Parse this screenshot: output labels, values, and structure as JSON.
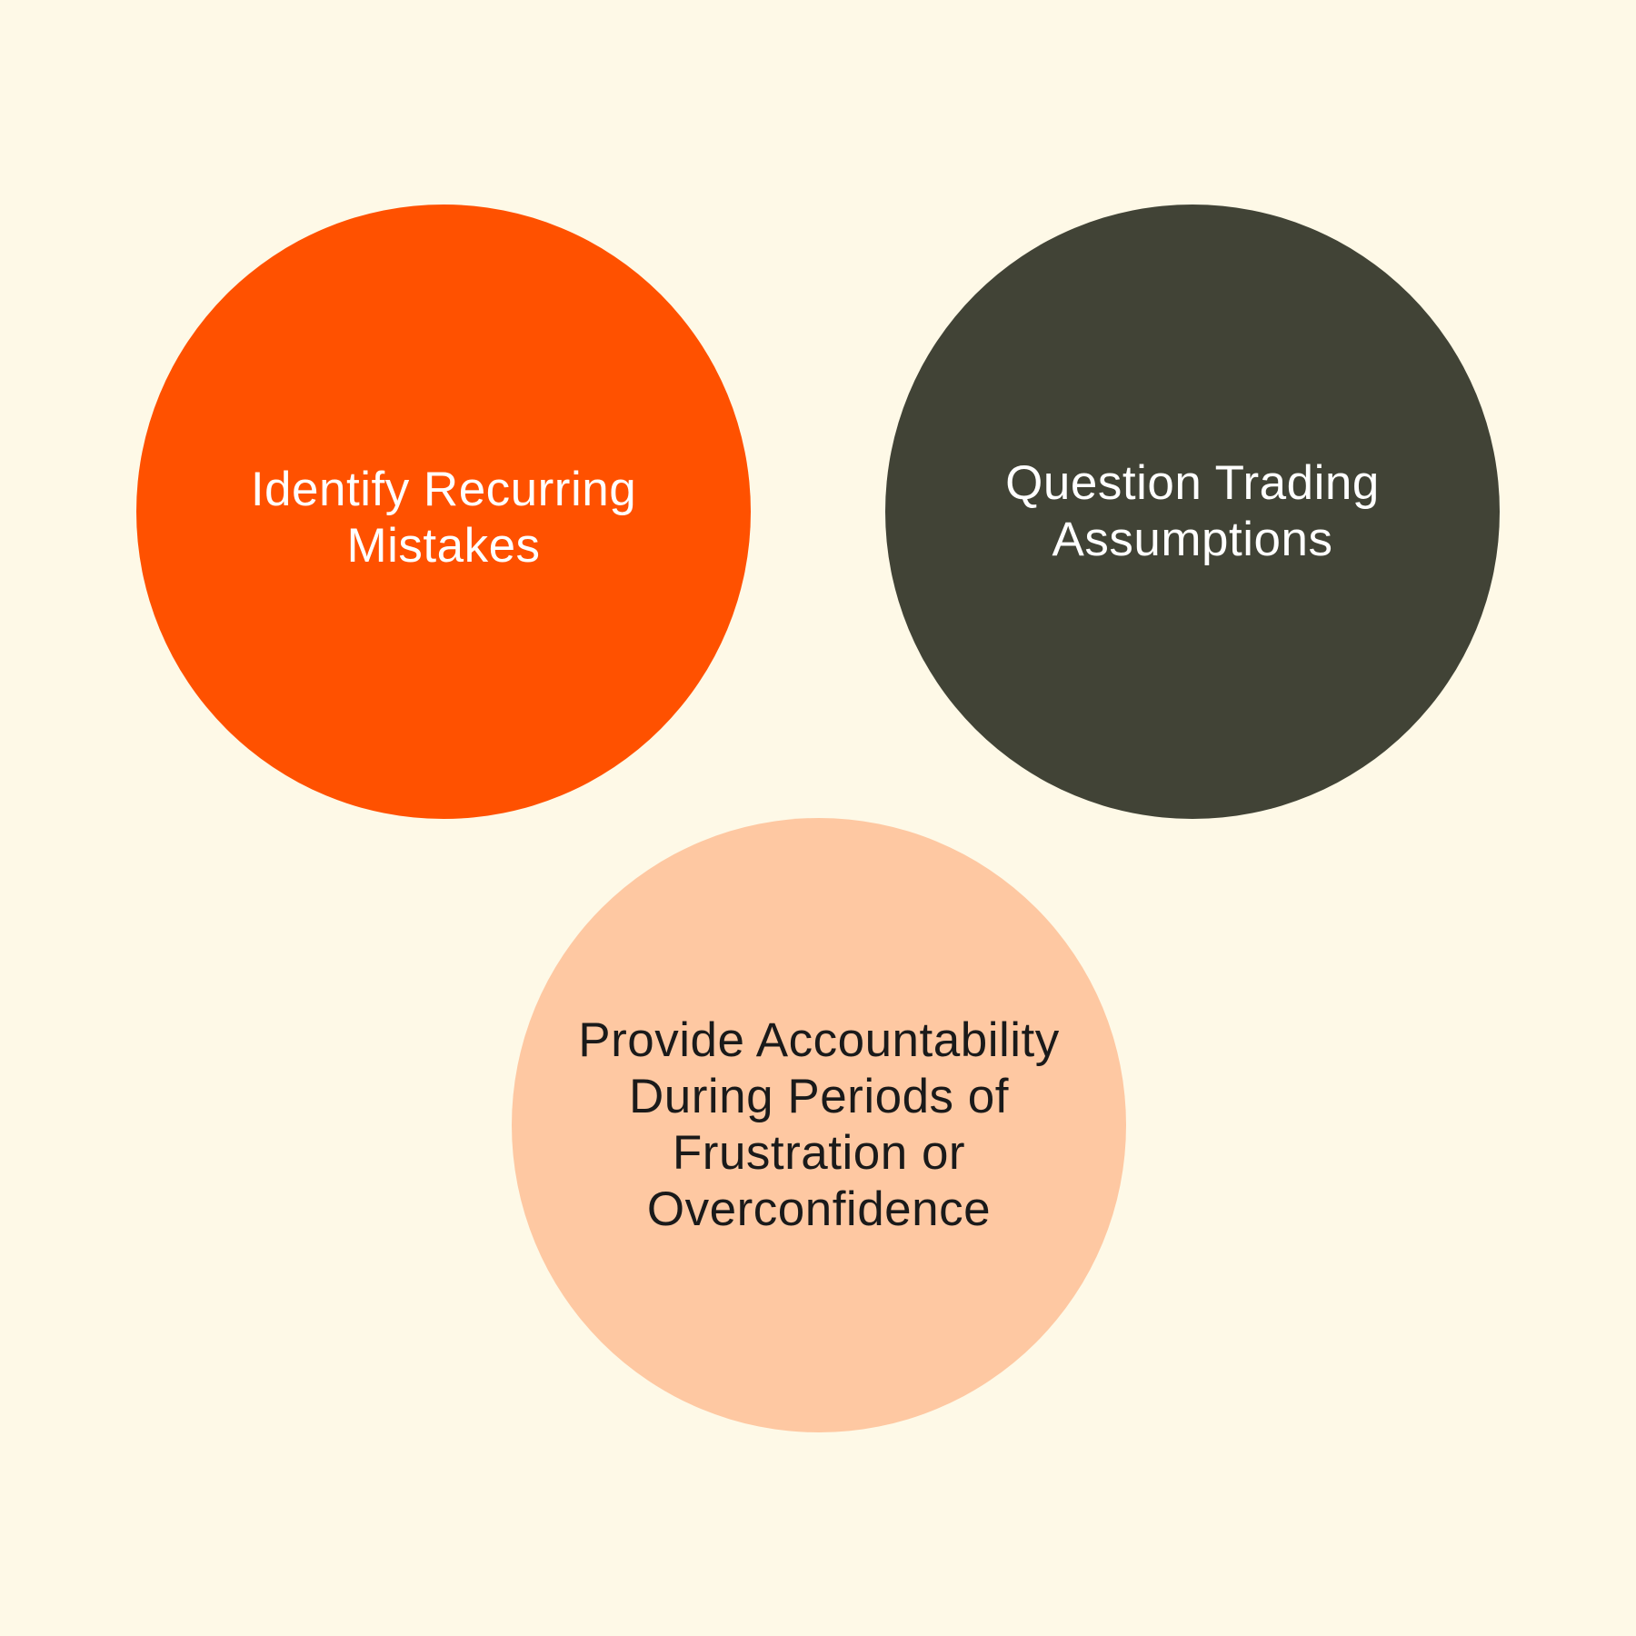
{
  "background_color": "#FEF9E7",
  "circles": [
    {
      "label": "Identify Recurring Mistakes",
      "fill_color": "#FF5100",
      "text_color": "#FFFFFF"
    },
    {
      "label": "Question Trading Assumptions",
      "fill_color": "#414336",
      "text_color": "#FFFFFF"
    },
    {
      "label": "Provide Accountability During Periods of Frustration or Overconfidence",
      "fill_color": "#FEC8A2",
      "text_color": "#1A1A1A"
    }
  ]
}
